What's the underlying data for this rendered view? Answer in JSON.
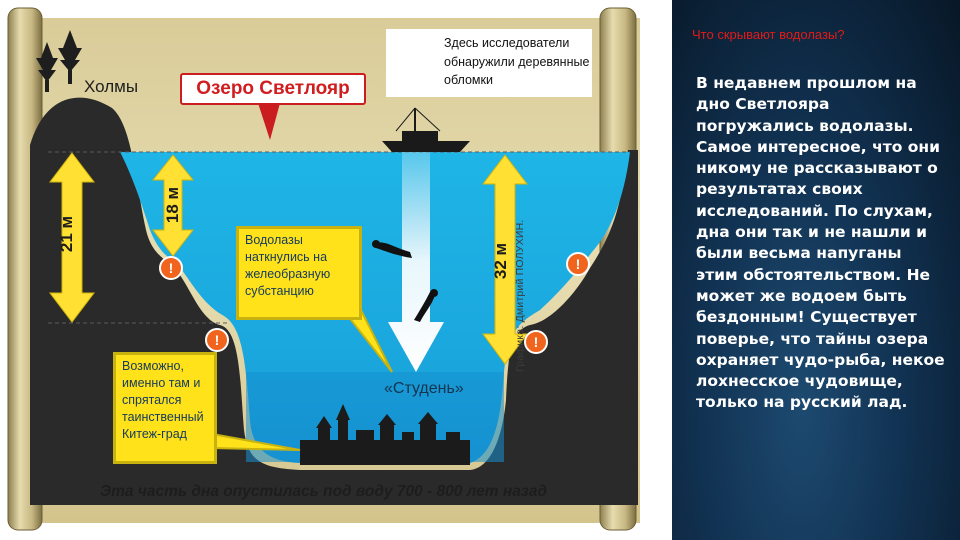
{
  "diagram": {
    "lake_title": "Озеро Светлояр",
    "hills_label": "Холмы",
    "debris_note": "Здесь исследователи обнаружили деревянные обломки",
    "divers_note": "Водолазы наткнулись на желеобразную субстанцию",
    "kitezh_note": "Возможно, именно там и спрятался таинственный Китеж-град",
    "jelly_label": "«Студень»",
    "bottom_caption": "Эта часть дна опустилась под воду 700 - 800 лет назад",
    "credit": "Графика: Дмитрий ПОЛУХИН.",
    "depth_left": "21 м",
    "depth_inner": "18 м",
    "depth_center": "32 м",
    "warning_glyph": "!",
    "colors": {
      "water": "#1ab1e3",
      "deep_water": "#1592d2",
      "ground": "#2b2b2b",
      "arrow_yellow": "#ffe033",
      "lake_title_red": "#d01e20",
      "warning_orange": "#f0641e"
    }
  },
  "panel": {
    "title": "Что скрывают водолазы?",
    "body": "В недавнем прошлом на дно Светлояра погружались водолазы. Самое интересное, что они никому не рассказывают о результатах своих исследований. По слухам, дна они так и не нашли и были весьма напуганы этим обстоятельством. Не может же водоем быть бездонным! Существует поверье, что тайны озера охраняет чудо-рыба, некое лохнесское чудовище, только на русский лад.",
    "bg_color": "#123354",
    "title_color": "#e11b17"
  }
}
